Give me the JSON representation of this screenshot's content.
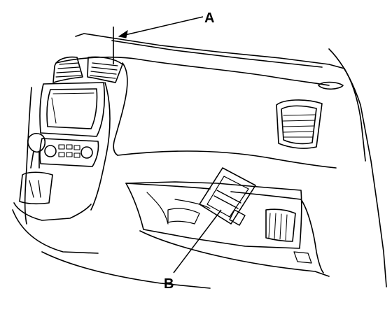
{
  "diagram": {
    "callouts": [
      {
        "id": "A",
        "label": "A"
      },
      {
        "id": "B",
        "label": "B"
      }
    ],
    "colors": {
      "line": "#000000",
      "background": "#ffffff"
    }
  }
}
